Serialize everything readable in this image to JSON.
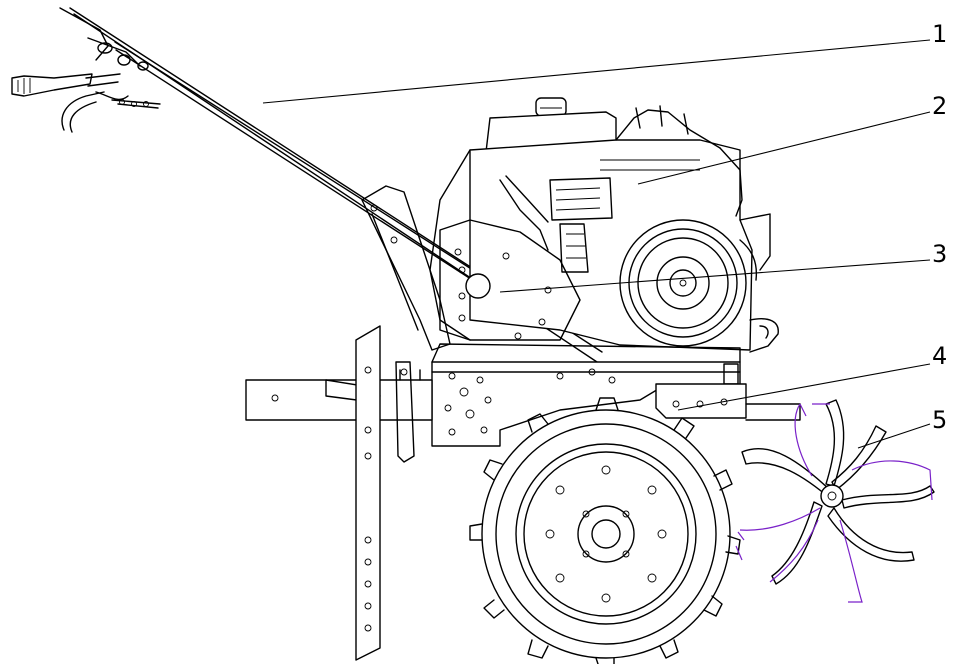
{
  "header_fragment": {
    "refs": [
      "",
      "",
      "",
      "",
      ""
    ],
    "segments": [
      "",
      "",
      "",
      "",
      "",
      ""
    ]
  },
  "callouts": [
    {
      "label": "1"
    },
    {
      "label": "2"
    },
    {
      "label": "3"
    },
    {
      "label": "4"
    },
    {
      "label": "5"
    }
  ],
  "colors": {
    "line": "#000000",
    "link": "#0000ee",
    "tine_highlight": "#7a22c9",
    "background": "#ffffff"
  }
}
